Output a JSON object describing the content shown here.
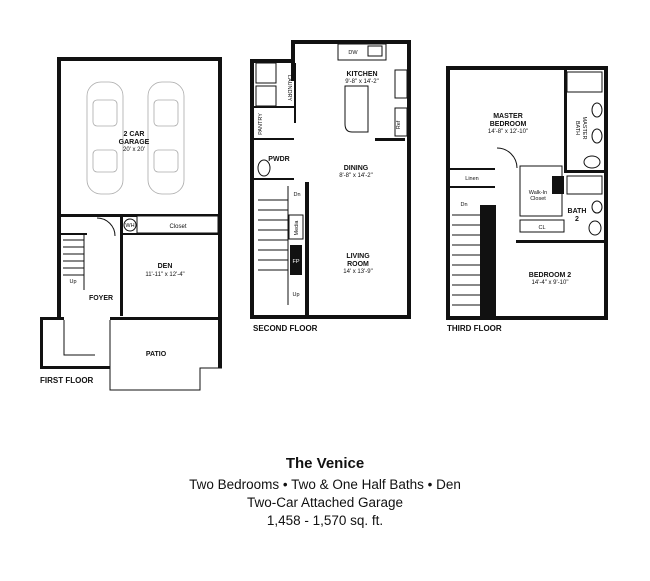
{
  "title": "The Venice",
  "lines": [
    "Two Bedrooms • Two & One Half Baths • Den",
    "Two-Car Attached Garage",
    "1,458 - 1,570 sq. ft."
  ],
  "floors": {
    "first": {
      "label": "FIRST FLOOR",
      "garage": {
        "name": [
          "2 CAR",
          "GARAGE"
        ],
        "dim": "20' x 20'"
      },
      "den": {
        "name": "DEN",
        "dim": "11'-11\" x 12'-4\""
      },
      "closet": "Closet",
      "wh": "WH",
      "foyer": "FOYER",
      "patio": "PATIO",
      "up": "Up"
    },
    "second": {
      "label": "SECOND FLOOR",
      "kitchen": {
        "name": "KITCHEN",
        "dim": "9'-8\" x 14'-2\""
      },
      "dining": {
        "name": "DINING",
        "dim": "8'-8\" x 14'-2\""
      },
      "living": {
        "name": [
          "LIVING",
          "ROOM"
        ],
        "dim": "14' x 13'-9\""
      },
      "laundry": "LAUNDRY",
      "pantry": "PANTRY",
      "pwdr": "PWDR",
      "dw": "DW",
      "ref": "Ref",
      "media": "Media",
      "fp": "FP",
      "dn": "Dn",
      "up": "Up"
    },
    "third": {
      "label": "THIRD FLOOR",
      "master_bedroom": {
        "name": [
          "MASTER",
          "BEDROOM"
        ],
        "dim": "14'-8\" x 12'-10\""
      },
      "master_bath": [
        "MASTER",
        "BATH"
      ],
      "linen": "Linen",
      "walkin": [
        "Walk-In",
        "Closet"
      ],
      "bath2": [
        "BATH",
        "2"
      ],
      "cl": "CL",
      "bedroom2": {
        "name": "BEDROOM 2",
        "dim": "14'-4\" x 9'-10\""
      },
      "dn": "Dn"
    }
  }
}
